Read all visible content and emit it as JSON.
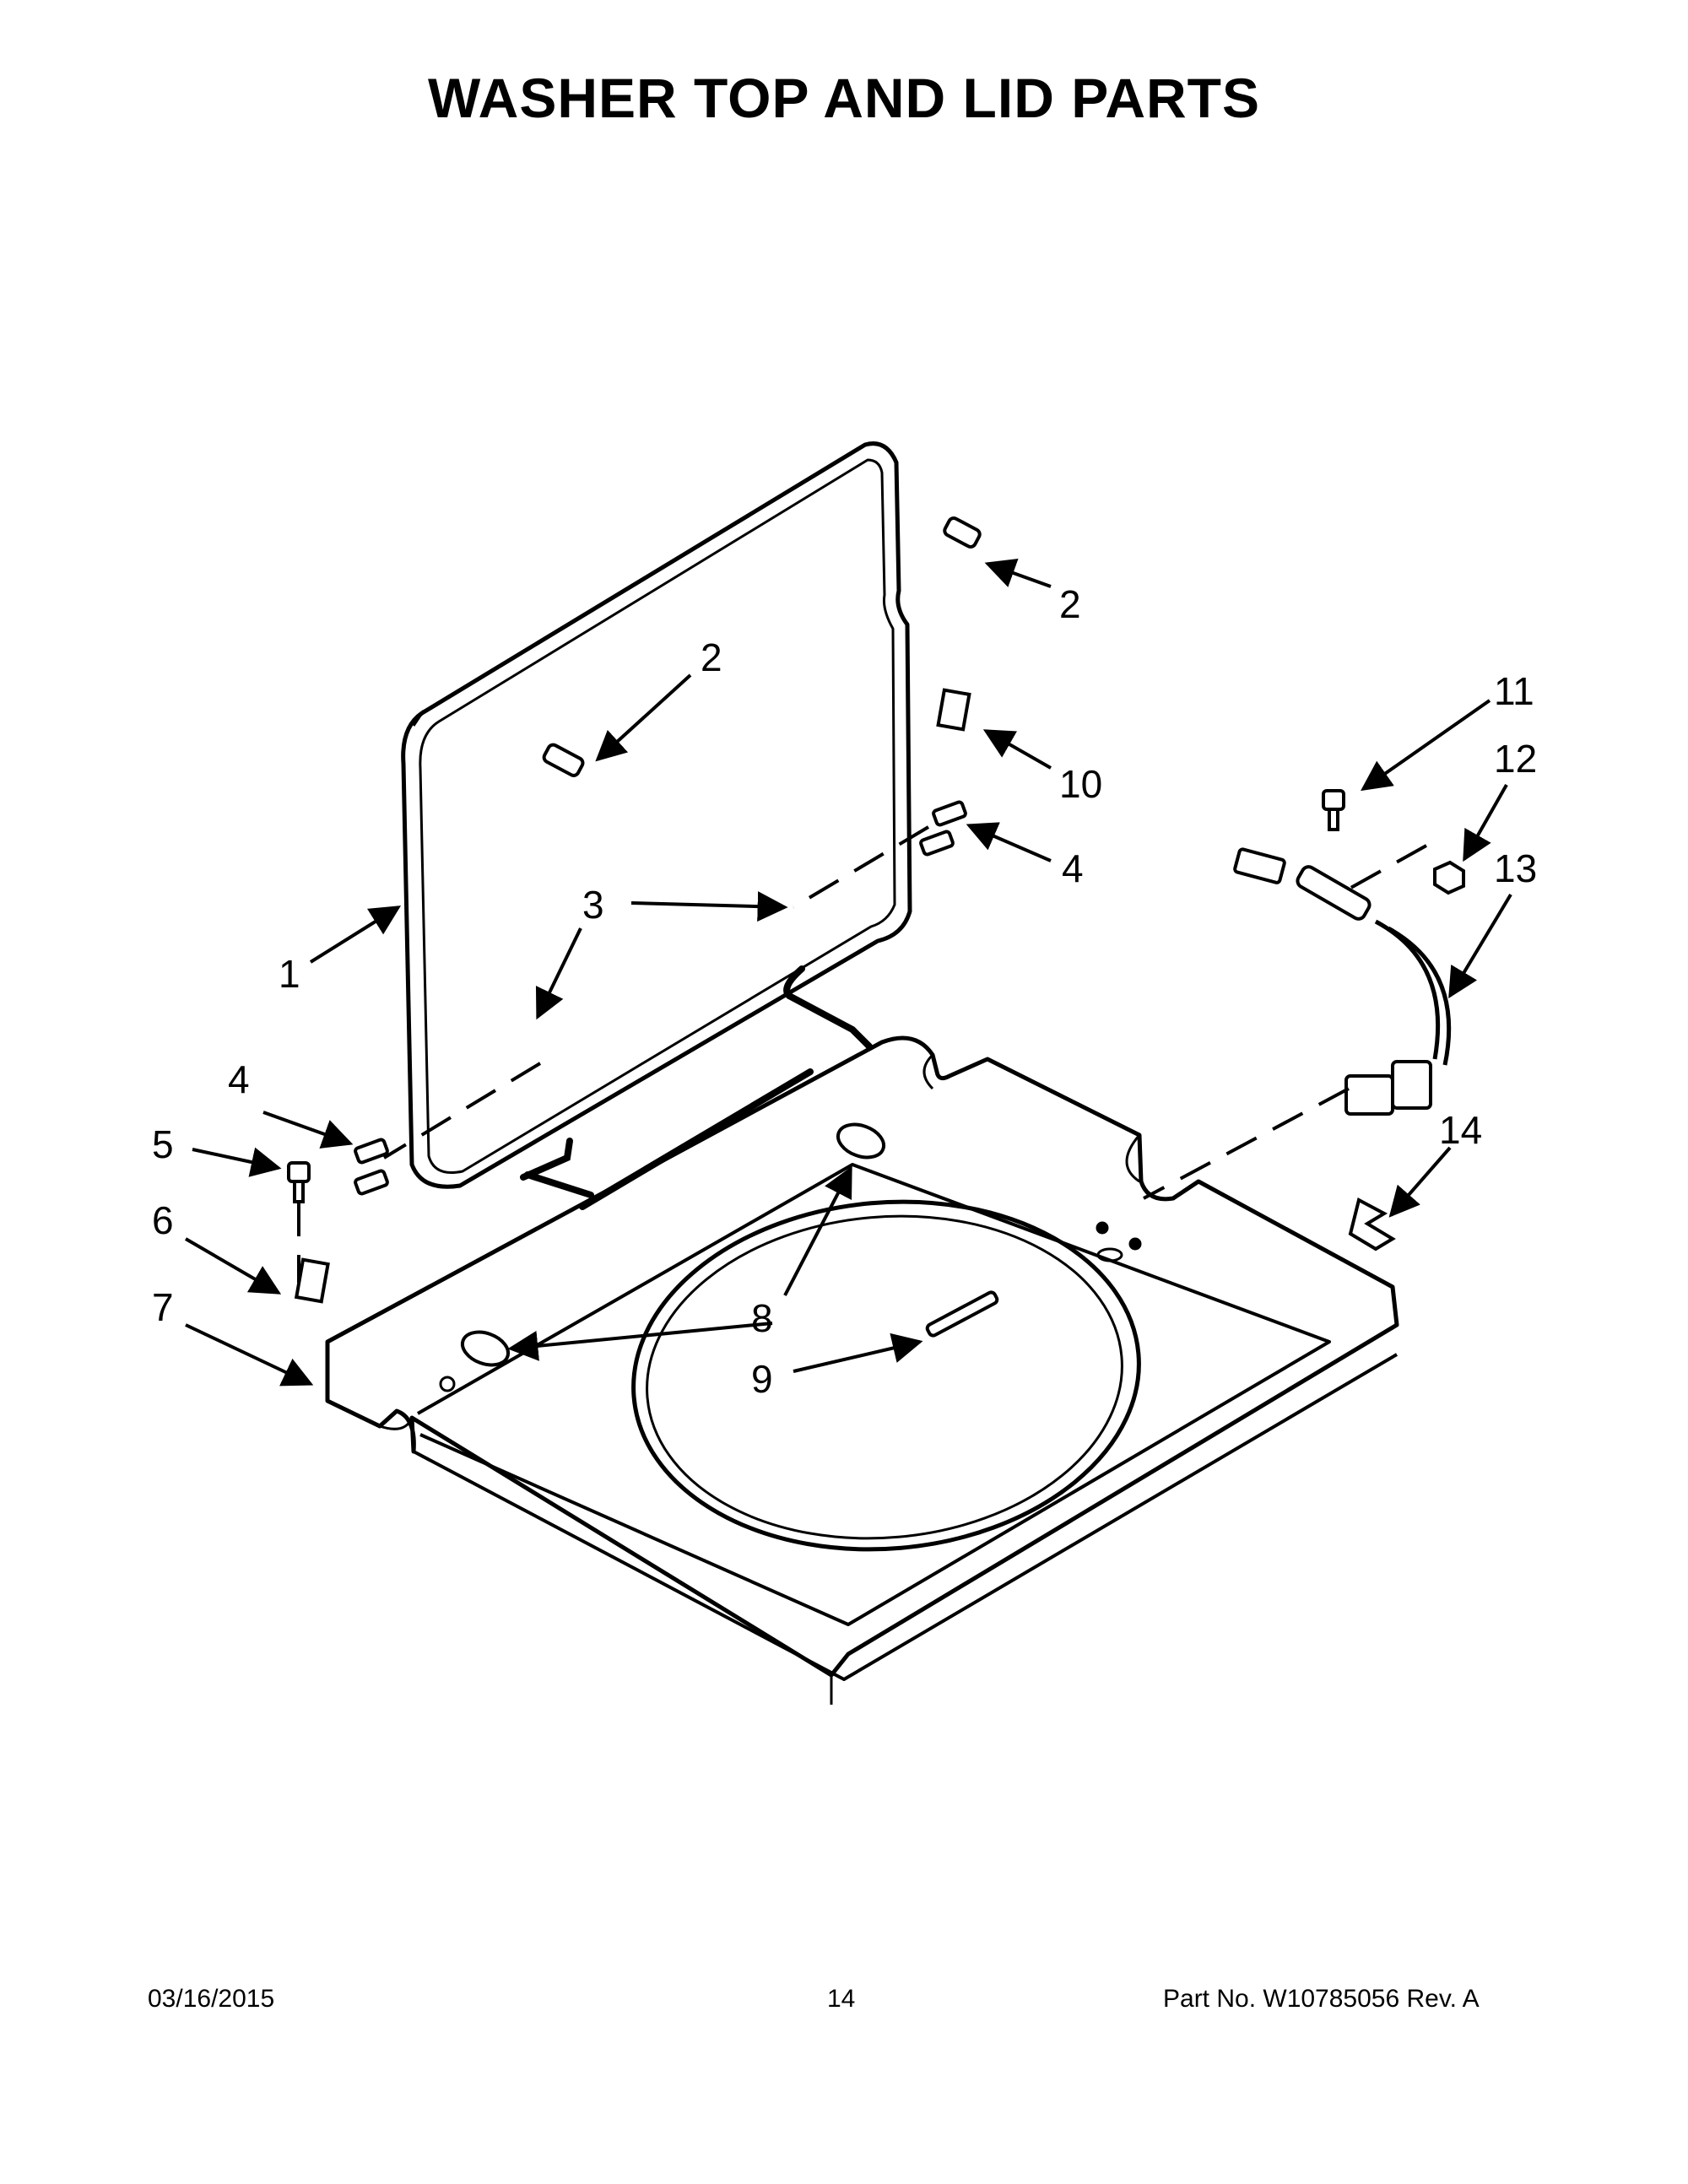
{
  "title": "WASHER TOP AND LID PARTS",
  "callouts": [
    "1",
    "2",
    "2",
    "3",
    "3",
    "4",
    "4",
    "5",
    "6",
    "7",
    "8",
    "8",
    "9",
    "10",
    "11",
    "12",
    "13",
    "14"
  ],
  "footer": {
    "date": "03/16/2015",
    "page": "14",
    "part": "Part No.  W10785056  Rev.  A"
  }
}
